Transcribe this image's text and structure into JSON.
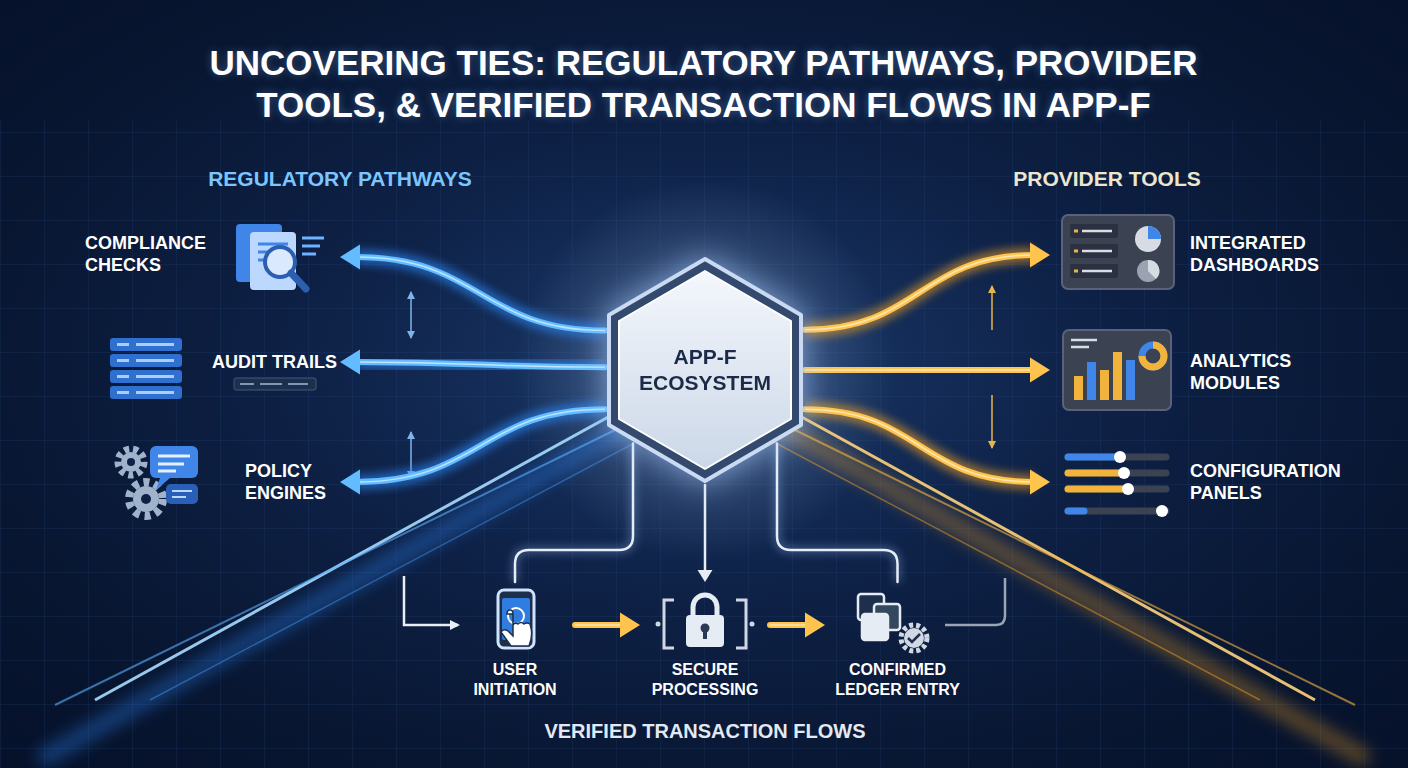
{
  "diagram": {
    "title": "UNCOVERING TIES: REGULATORY PATHWAYS, PROVIDER TOOLS, & VERIFIED TRANSACTION FLOWS IN APP-F",
    "nodes": [
      {
        "text": [
          "APP-F ECOSYSTEM"
        ]
      },
      {
        "text": [
          "COMPLIANCE CHECKS"
        ]
      },
      {
        "text": [
          "AUDIT TRAILS"
        ]
      },
      {
        "text": [
          "POLICY ENGINES"
        ]
      },
      {
        "text": [
          "INTEGRATED DASHBOARDS"
        ]
      },
      {
        "text": [
          "ANALYTICS MODULES"
        ]
      },
      {
        "text": [
          "CONFIGURATION PANELS"
        ]
      },
      {
        "text": [
          "USER INITIATION"
        ]
      },
      {
        "text": [
          "SECURE PROCESSING"
        ]
      },
      {
        "text": [
          "CONFIRMED LEDGER ENTRY"
        ]
      }
    ],
    "edges": [
      {
        "from": 0,
        "to": 1,
        "arrow": "to"
      },
      {
        "from": 0,
        "to": 2,
        "arrow": "to"
      },
      {
        "from": 0,
        "to": 3,
        "arrow": "to"
      },
      {
        "from": 0,
        "to": 4,
        "arrow": "to"
      },
      {
        "from": 0,
        "to": 5,
        "arrow": "to"
      },
      {
        "from": 0,
        "to": 6,
        "arrow": "to"
      },
      {
        "from": 0,
        "to": 7,
        "arrow": "none"
      },
      {
        "from": 0,
        "to": 8,
        "arrow": "to"
      },
      {
        "from": 0,
        "to": 9,
        "arrow": "none"
      },
      {
        "from": 7,
        "to": 8,
        "arrow": "to"
      },
      {
        "from": 8,
        "to": 9,
        "arrow": "to"
      }
    ],
    "labels": [
      "REGULATORY PATHWAYS",
      "PROVIDER TOOLS",
      "VERIFIED TRANSACTION FLOWS"
    ]
  }
}
